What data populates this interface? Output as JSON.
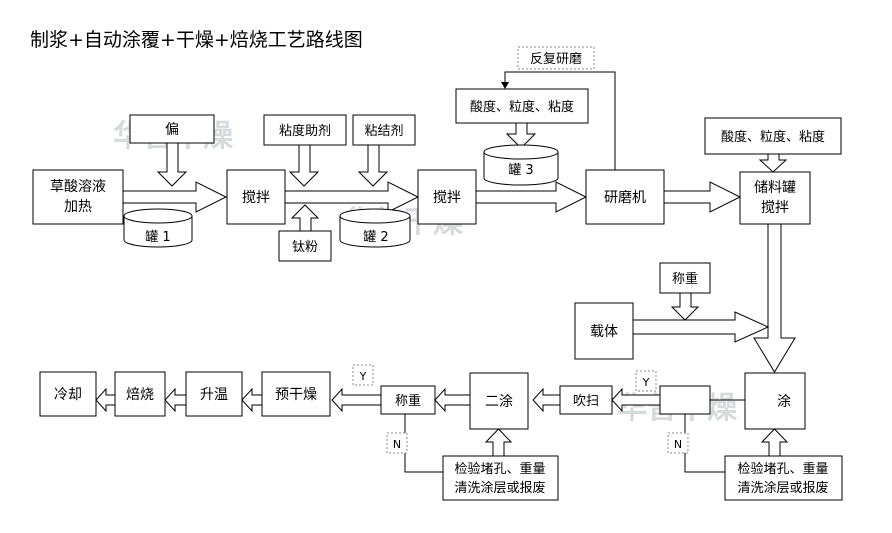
{
  "title": "制浆+自动涂覆+干燥+焙烧工艺路线图",
  "watermark": "华普干燥",
  "nodes": {
    "oxalic": [
      "草酸溶液",
      "加热"
    ],
    "mix1": "搅拌",
    "tank1": "罐 1",
    "pH_regulator": "偏",
    "viscosity_aid": "粘度助剂",
    "binder": "粘结剂",
    "ti_powder": "钛粉",
    "tank2": "罐 2",
    "mix2": "搅拌",
    "acidity1": "酸度、粒度、粘度",
    "tank3": "罐 3",
    "regrind": "反复研磨",
    "grinder": "研磨机",
    "acidity2": "酸度、粒度、粘度",
    "storage": [
      "储料罐",
      "搅拌"
    ],
    "weigh1": "称重",
    "carrier": "载体",
    "coat1": "涂",
    "check1": [
      "检验堵孔、重量",
      "清洗涂层或报废"
    ],
    "y1": "Y",
    "n1": "N",
    "blow": "吹扫",
    "coat2": "二涂",
    "check2": [
      "检验堵孔、重量",
      "清洗涂层或报废"
    ],
    "weigh2": "称重",
    "y2": "Y",
    "n2": "N",
    "predry": "预干燥",
    "heat": "升温",
    "roast": "焙烧",
    "cool": "冷却"
  }
}
